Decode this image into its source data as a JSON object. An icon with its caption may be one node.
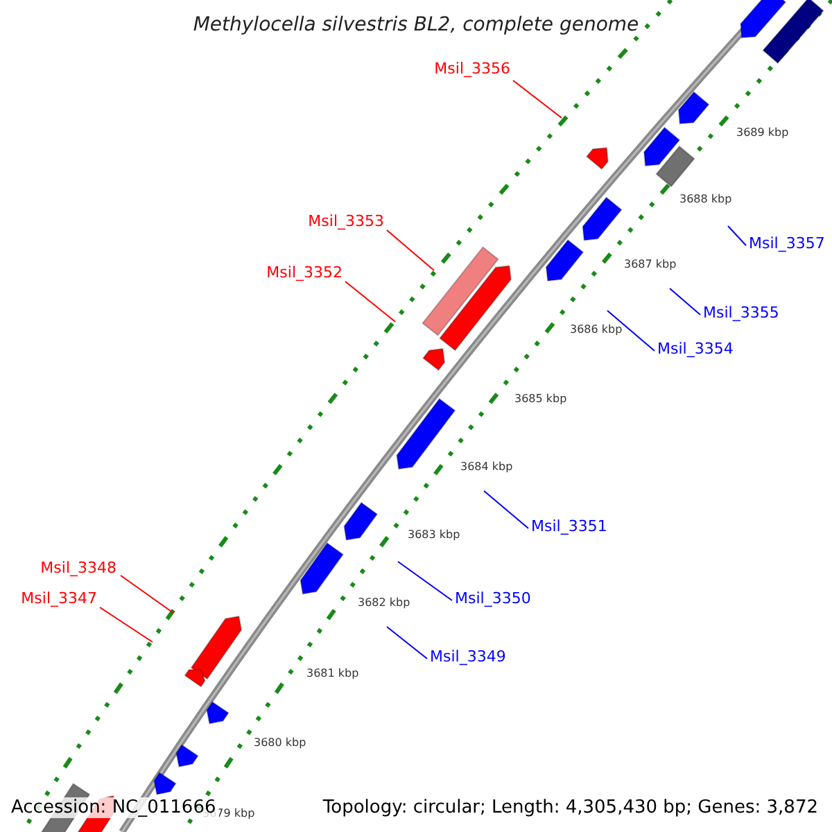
{
  "diagram": {
    "title": "Methylocella silvestris BL2, complete genome",
    "nodes": [
      {
        "text": [
          "Msil_3356"
        ]
      },
      {
        "text": [
          "Msil_3353"
        ]
      },
      {
        "text": [
          "Msil_3357"
        ]
      },
      {
        "text": [
          "Msil_3352"
        ]
      },
      {
        "text": [
          "Msil_3355"
        ]
      },
      {
        "text": [
          "Msil_3354"
        ]
      },
      {
        "text": [
          "Msil_3351"
        ]
      },
      {
        "text": [
          "Msil_3348"
        ]
      },
      {
        "text": [
          "Msil_3350"
        ]
      },
      {
        "text": [
          "Msil_3347"
        ]
      },
      {
        "text": [
          "Msil_3349"
        ]
      }
    ],
    "edges": [
      {
        "from": 0,
        "to": null,
        "arrow": "none",
        "color": "#ff0000"
      },
      {
        "from": 1,
        "to": null,
        "arrow": "none",
        "color": "#ff0000"
      },
      {
        "from": 2,
        "to": null,
        "arrow": "none"
      },
      {
        "from": 3,
        "to": null,
        "arrow": "none",
        "color": "#ff0000"
      },
      {
        "from": 4,
        "to": null,
        "arrow": "none"
      },
      {
        "from": 5,
        "to": null,
        "arrow": "none"
      },
      {
        "from": 6,
        "to": null,
        "arrow": "none"
      },
      {
        "from": 7,
        "to": null,
        "arrow": "none",
        "color": "#ff0000"
      },
      {
        "from": 8,
        "to": null,
        "arrow": "none"
      },
      {
        "from": 9,
        "to": null,
        "arrow": "none",
        "color": "#ff0000"
      },
      {
        "from": 10,
        "to": null,
        "arrow": "none"
      }
    ],
    "labels": [
      "3689 kbp",
      "3688 kbp",
      "3687 kbp",
      "3686 kbp",
      "3685 kbp",
      "3684 kbp",
      "3683 kbp",
      "3682 kbp",
      "3681 kbp",
      "3680 kbp",
      "3679 kbp",
      "Accession: NC_011666",
      "Topology: circular; Length: 4,305,430 bp; Genes: 3,872"
    ]
  }
}
